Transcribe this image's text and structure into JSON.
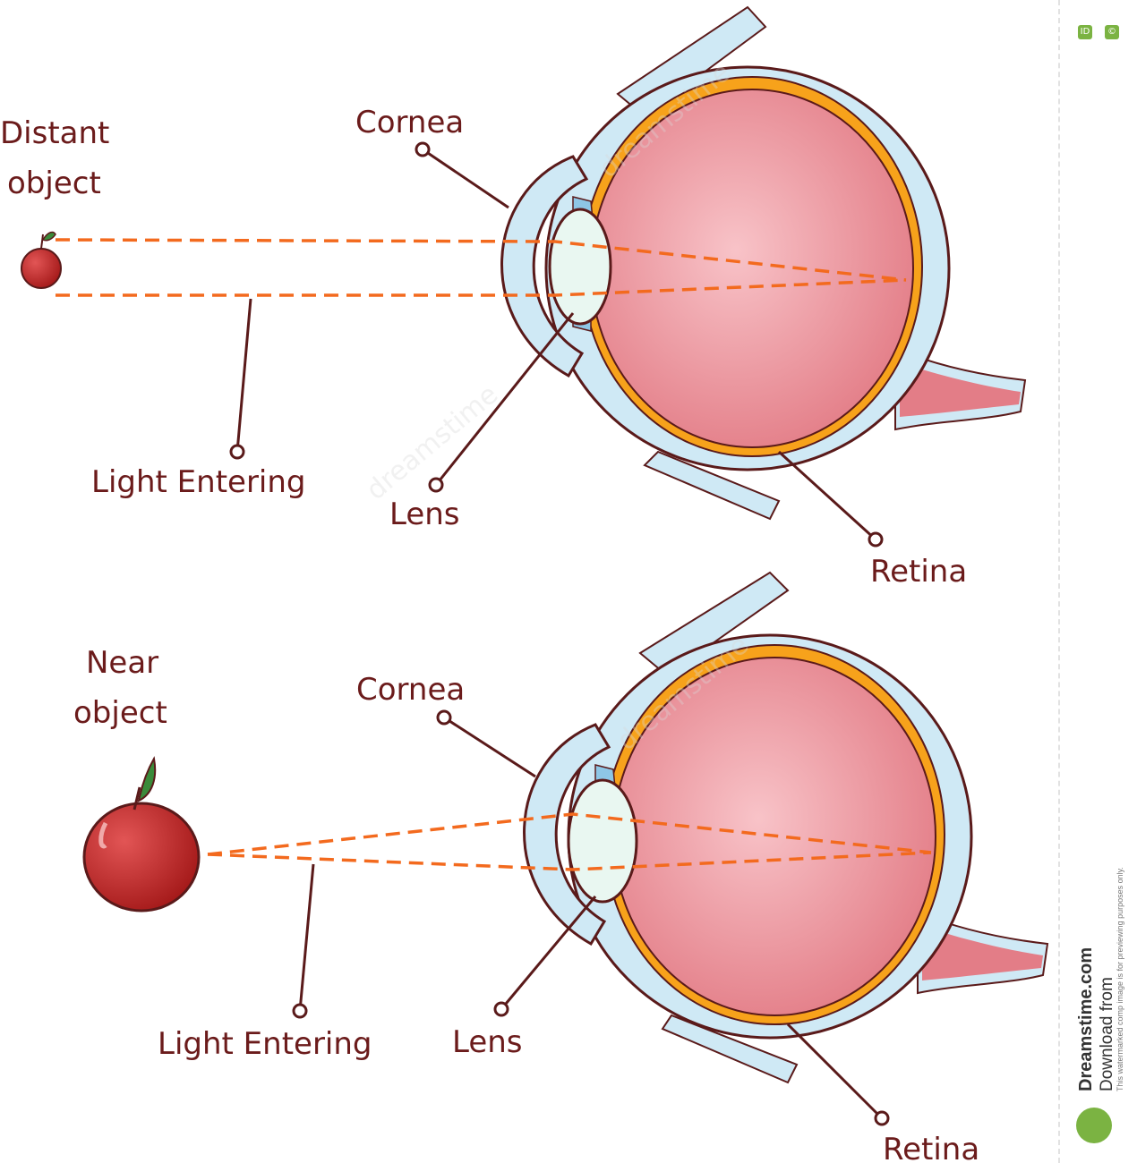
{
  "diagrams": [
    {
      "object_label_line1": "Distant",
      "object_label_line2": "object",
      "cornea_label": "Cornea",
      "light_label": "Light Entering",
      "lens_label": "Lens",
      "retina_label": "Retina"
    },
    {
      "object_label_line1": "Near",
      "object_label_line2": "object",
      "cornea_label": "Cornea",
      "light_label": "Light Entering",
      "lens_label": "Lens",
      "retina_label": "Retina"
    }
  ],
  "watermark": {
    "text": "dreamstime"
  },
  "sidebar": {
    "brand": "Dreamstime.com",
    "download": "Download from",
    "note": "This watermarked comp image is for previewing purposes only."
  },
  "colors": {
    "label": "#6b1b1b",
    "ray": "#f36a1e",
    "eyeball": "#e8929a",
    "sclera": "#cfe9f5",
    "retina": "#f7a21b",
    "apple": "#c62828"
  }
}
